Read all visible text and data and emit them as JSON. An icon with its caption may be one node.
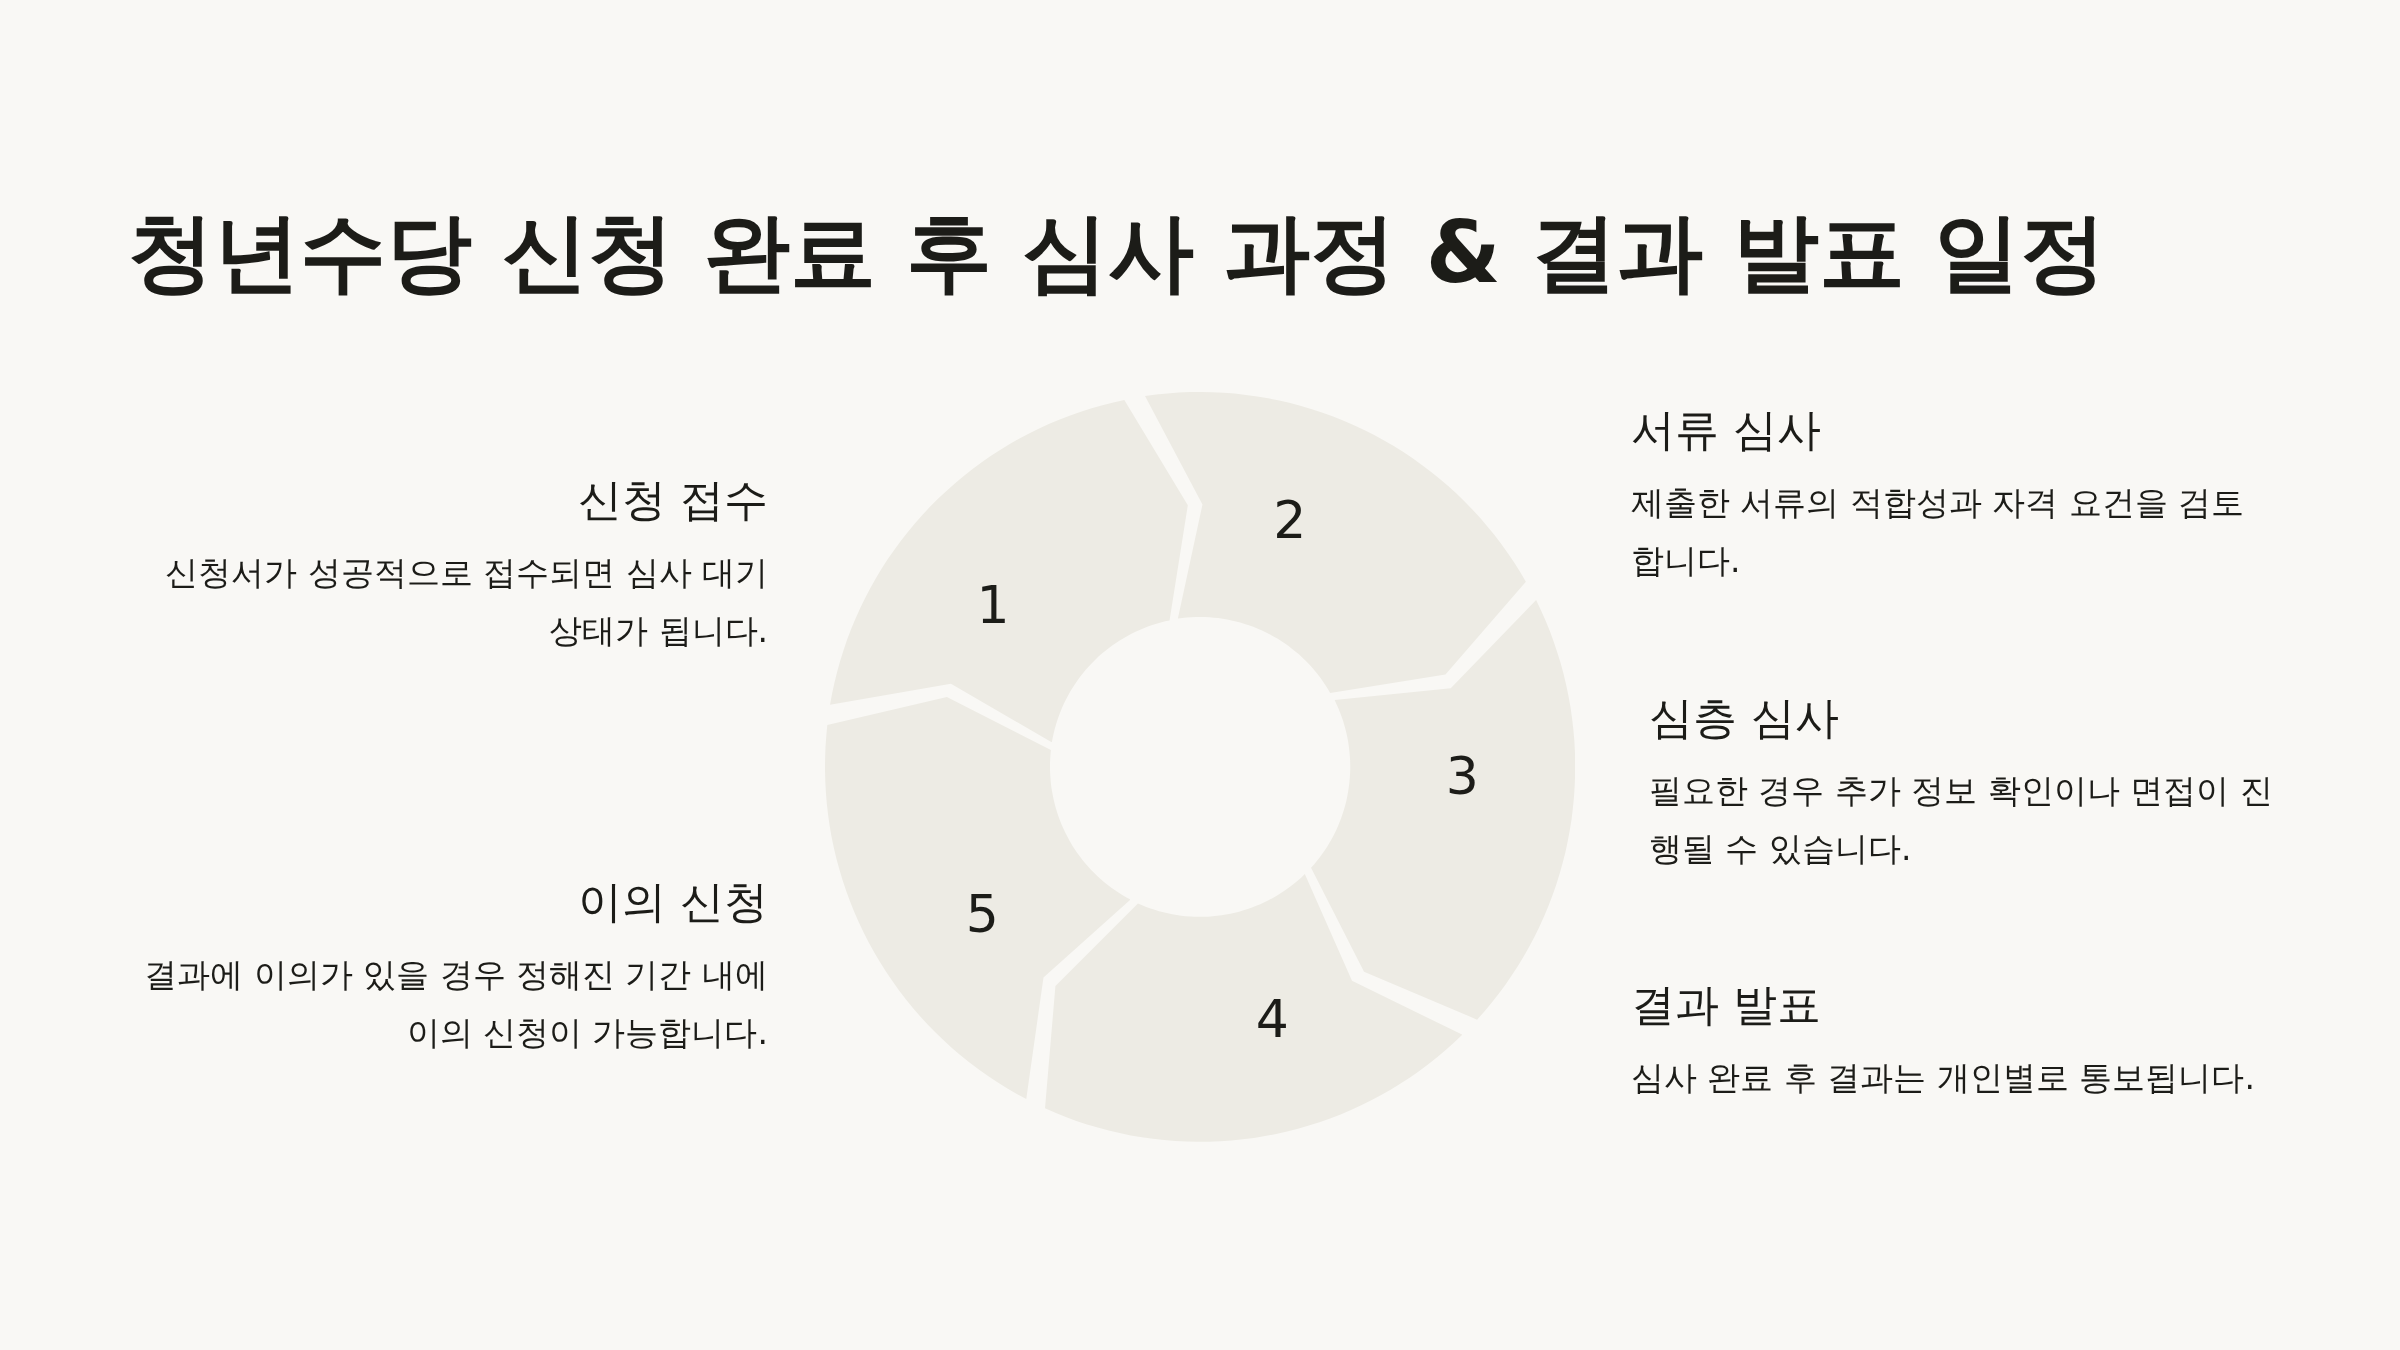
{
  "diagram": {
    "title": "청년수당 신청 완료 후 심사 과정 & 결과 발표 일정",
    "nodes": [
      {
        "text": [
          "1"
        ],
        "beside": [
          "신청 접수",
          "신청서가 성공적으로 접수되면 심사 대기 상태가 됩니다."
        ]
      },
      {
        "text": [
          "2"
        ],
        "beside": [
          "서류 심사",
          "제출한 서류의 적합성과 자격 요건을 검토합니다."
        ]
      },
      {
        "text": [
          "3"
        ],
        "beside": [
          "심층 심사",
          "필요한 경우 추가 정보 확인이나 면접이 진행될 수 있습니다."
        ]
      },
      {
        "text": [
          "4"
        ],
        "beside": [
          "결과 발표",
          "심사 완료 후 결과는 개인별로 통보됩니다."
        ]
      },
      {
        "text": [
          "5"
        ],
        "beside": [
          "이의 신청",
          "결과에 이의가 있을 경우 정해진 기간 내에 이의 신청이 가능합니다."
        ]
      }
    ],
    "edges": []
  }
}
